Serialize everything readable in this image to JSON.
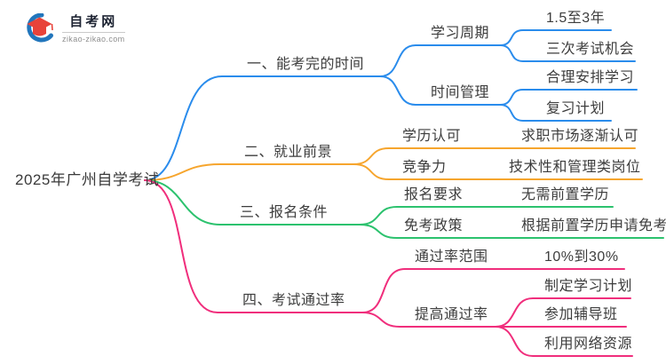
{
  "logo": {
    "title": "自考网",
    "domain": "zikao-zikao.com"
  },
  "root_label": "2025年广州自学考试",
  "colors": {
    "branch1": "#2A8CEC",
    "branch2": "#F6A52D",
    "branch3": "#2CC26E",
    "branch4": "#F02E7C",
    "text": "#3D3D3D",
    "logo_red": "#E8433A",
    "logo_blue": "#2276BC"
  },
  "branches": [
    {
      "label": "一、能考完的时间",
      "children": [
        {
          "label": "学习周期",
          "children": [
            {
              "label": "1.5至3年"
            },
            {
              "label": "三次考试机会"
            }
          ]
        },
        {
          "label": "时间管理",
          "children": [
            {
              "label": "合理安排学习"
            },
            {
              "label": "复习计划"
            }
          ]
        }
      ]
    },
    {
      "label": "二、就业前景",
      "children": [
        {
          "label": "学历认可",
          "children": [
            {
              "label": "求职市场逐渐认可"
            }
          ]
        },
        {
          "label": "竞争力",
          "children": [
            {
              "label": "技术性和管理类岗位"
            }
          ]
        }
      ]
    },
    {
      "label": "三、报名条件",
      "children": [
        {
          "label": "报名要求",
          "children": [
            {
              "label": "无需前置学历"
            }
          ]
        },
        {
          "label": "免考政策",
          "children": [
            {
              "label": "根据前置学历申请免考"
            }
          ]
        }
      ]
    },
    {
      "label": "四、考试通过率",
      "children": [
        {
          "label": "通过率范围",
          "children": [
            {
              "label": "10%到30%"
            }
          ]
        },
        {
          "label": "提高通过率",
          "children": [
            {
              "label": "制定学习计划"
            },
            {
              "label": "参加辅导班"
            },
            {
              "label": "利用网络资源"
            }
          ]
        }
      ]
    }
  ]
}
